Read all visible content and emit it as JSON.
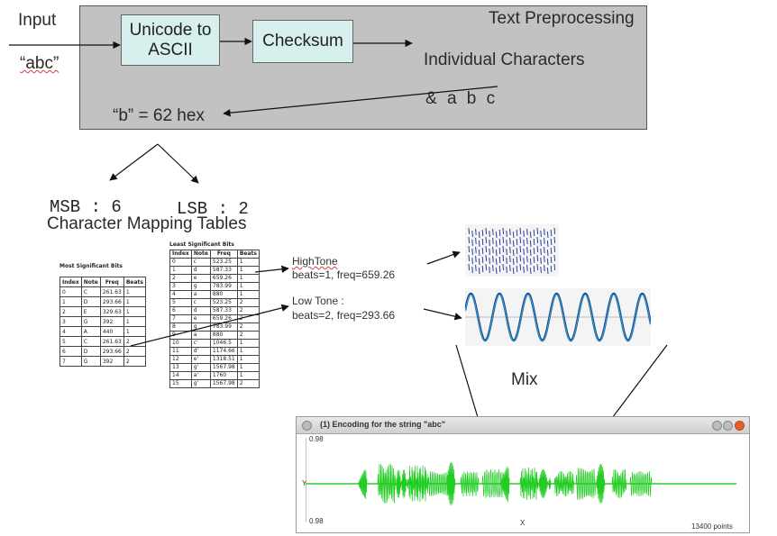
{
  "input": {
    "label": "Input",
    "value": "“abc”"
  },
  "preprocessing": {
    "title": "Text Preprocessing",
    "stage1": "Unicode to ASCII",
    "stage2": "Checksum",
    "individual_chars": "Individual Characters",
    "chars": "& a b c",
    "example": "“b” = 62 hex"
  },
  "split": {
    "msb": "MSB : 6",
    "lsb": "LSB : 2"
  },
  "mapping_title": "Character Mapping Tables",
  "msb_table": {
    "title": "Most Significant Bits",
    "headers": [
      "Index",
      "Note",
      "Freq",
      "Beats"
    ],
    "rows": [
      [
        "0",
        "C",
        "261.63",
        "1"
      ],
      [
        "1",
        "D",
        "293.66",
        "1"
      ],
      [
        "2",
        "E",
        "329.63",
        "1"
      ],
      [
        "3",
        "G",
        "392",
        "1"
      ],
      [
        "4",
        "A",
        "440",
        "1"
      ],
      [
        "5",
        "C",
        "261.63",
        "2"
      ],
      [
        "6",
        "D",
        "293.66",
        "2"
      ],
      [
        "7",
        "G",
        "392",
        "2"
      ]
    ]
  },
  "lsb_table": {
    "title": "Least Significant Bits",
    "headers": [
      "Index",
      "Note",
      "Freq",
      "Beats"
    ],
    "rows": [
      [
        "0",
        "c",
        "523.25",
        "1"
      ],
      [
        "1",
        "d",
        "587.33",
        "1"
      ],
      [
        "2",
        "e",
        "659.26",
        "1"
      ],
      [
        "3",
        "g",
        "783.99",
        "1"
      ],
      [
        "4",
        "a",
        "880",
        "1"
      ],
      [
        "5",
        "c",
        "523.25",
        "2"
      ],
      [
        "6",
        "d",
        "587.33",
        "2"
      ],
      [
        "7",
        "e",
        "659.26",
        "2"
      ],
      [
        "8",
        "g",
        "783.99",
        "2"
      ],
      [
        "9",
        "a",
        "880",
        "2"
      ],
      [
        "10",
        "c'",
        "1046.5",
        "1"
      ],
      [
        "11",
        "d'",
        "1174.66",
        "1"
      ],
      [
        "12",
        "e'",
        "1318.51",
        "1"
      ],
      [
        "13",
        "g'",
        "1567.98",
        "1"
      ],
      [
        "14",
        "a'",
        "1760",
        "1"
      ],
      [
        "15",
        "g'",
        "1567.98",
        "2"
      ]
    ]
  },
  "tones": {
    "high_title": "HighTone",
    "high_params": "beats=1, freq=659.26",
    "low_title": "Low Tone :",
    "low_params": "beats=2, freq=293.66"
  },
  "mix_label": "Mix",
  "window": {
    "title": "(1)   Encoding for the string \"abc\"",
    "y_top": "0.98",
    "y_bottom": "0.98",
    "y_axis": "Y",
    "x_axis": "X",
    "points": "13400 points"
  }
}
